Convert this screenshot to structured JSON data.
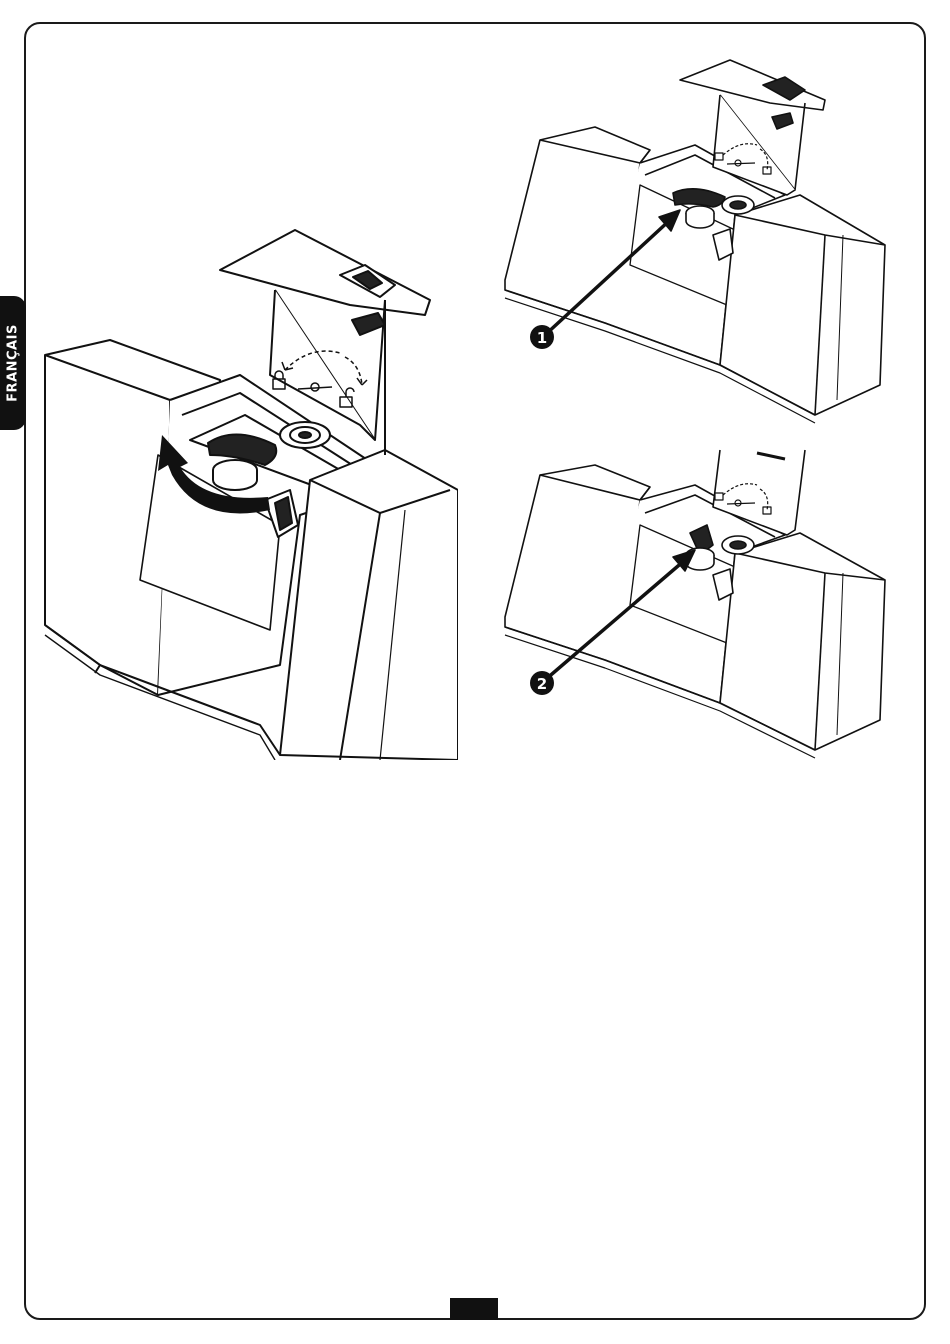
{
  "language_tab": {
    "label": "FRANÇAIS"
  },
  "callouts": {
    "step1": "1",
    "step2": "2"
  },
  "page_number": {
    "label": ""
  },
  "colors": {
    "ink": "#111111",
    "paper": "#ffffff",
    "shade": "#222222"
  },
  "icons": [
    "lock-closed-icon",
    "lock-open-icon",
    "rotation-arrows-icon",
    "curved-arrow-icon"
  ]
}
